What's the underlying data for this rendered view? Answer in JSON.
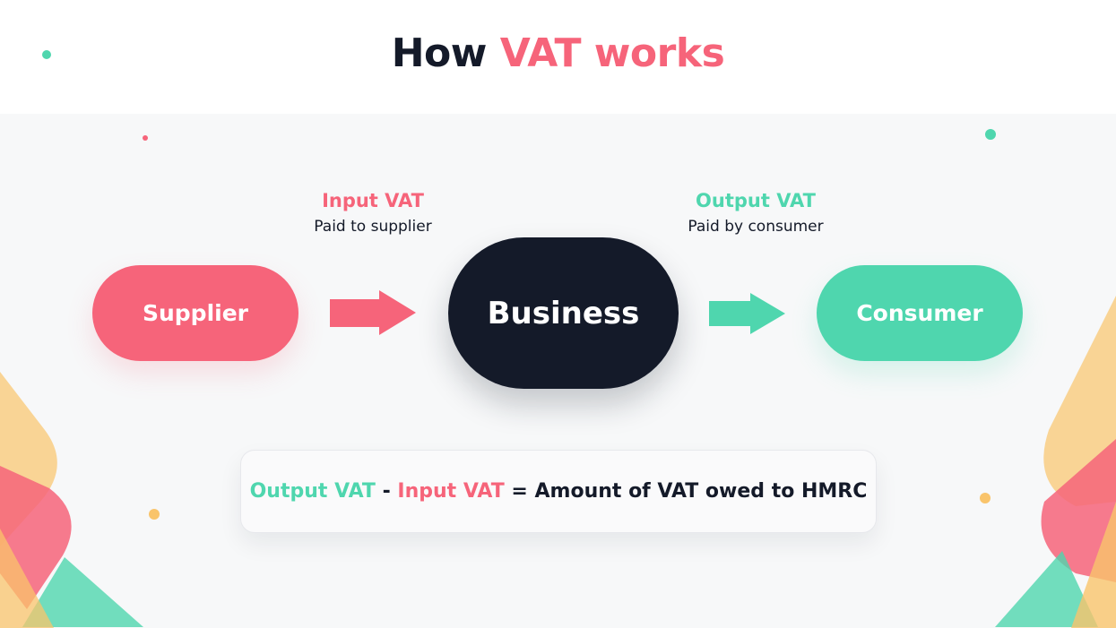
{
  "title": {
    "prefix": "How",
    "accent": "VAT works"
  },
  "colors": {
    "pink": "#f6647a",
    "green": "#4fd6ae",
    "navy": "#141a29",
    "amber": "#f9c46b"
  },
  "nodes": {
    "supplier": "Supplier",
    "business": "Business",
    "consumer": "Consumer"
  },
  "flows": {
    "input": {
      "title": "Input VAT",
      "subtitle": "Paid to supplier"
    },
    "output": {
      "title": "Output VAT",
      "subtitle": "Paid by consumer"
    }
  },
  "formula": {
    "output": "Output VAT",
    "minus": "-",
    "input": "Input VAT",
    "equals": "=",
    "result": "Amount of VAT owed to HMRC"
  }
}
